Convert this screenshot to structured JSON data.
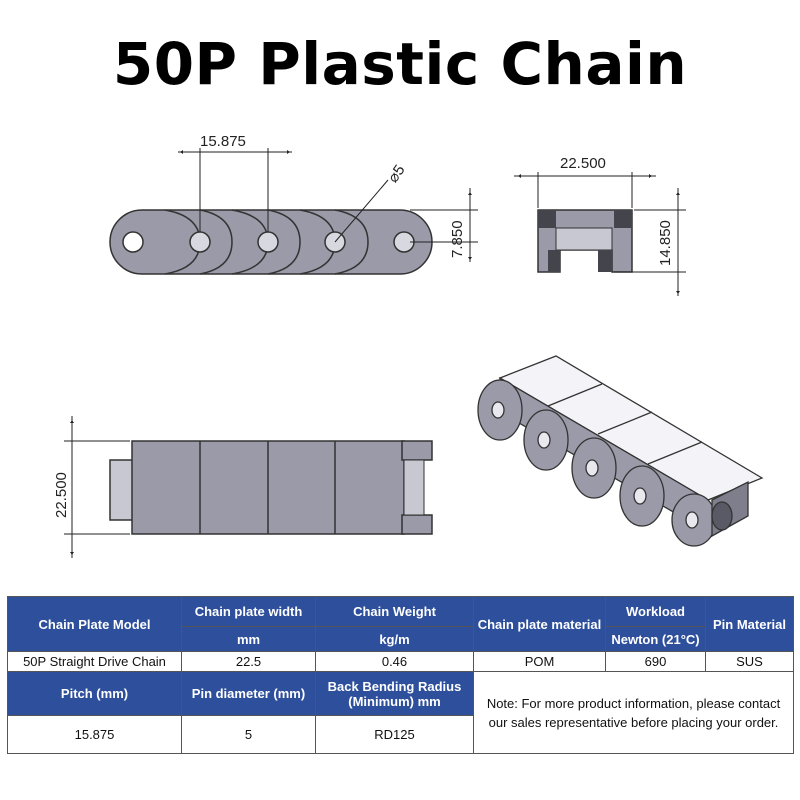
{
  "title": "50P Plastic Chain",
  "dimensions": {
    "pitch": "15.875",
    "pin_dia": "⌀5",
    "height_center": "7.850",
    "width_top": "22.500",
    "height_total": "14.850",
    "width_side": "22.500"
  },
  "table": {
    "headers": {
      "model": "Chain Plate Model",
      "width": "Chain plate width",
      "width_unit": "mm",
      "weight": "Chain Weight",
      "weight_unit": "kg/m",
      "material": "Chain plate material",
      "workload": "Workload",
      "workload_unit": "Newton (21°C)",
      "pin_material": "Pin Material",
      "pitch": "Pitch (mm)",
      "pin_diameter": "Pin diameter (mm)",
      "bending": "Back Bending Radius (Minimum) mm"
    },
    "row1": {
      "model": "50P Straight Drive Chain",
      "width": "22.5",
      "weight": "0.46",
      "material": "POM",
      "workload": "690",
      "pin_material": "SUS"
    },
    "row2": {
      "pitch": "15.875",
      "pin_diameter": "5",
      "bending": "RD125"
    },
    "note": "Note: For more product information, please contact our sales representative before placing your order."
  }
}
